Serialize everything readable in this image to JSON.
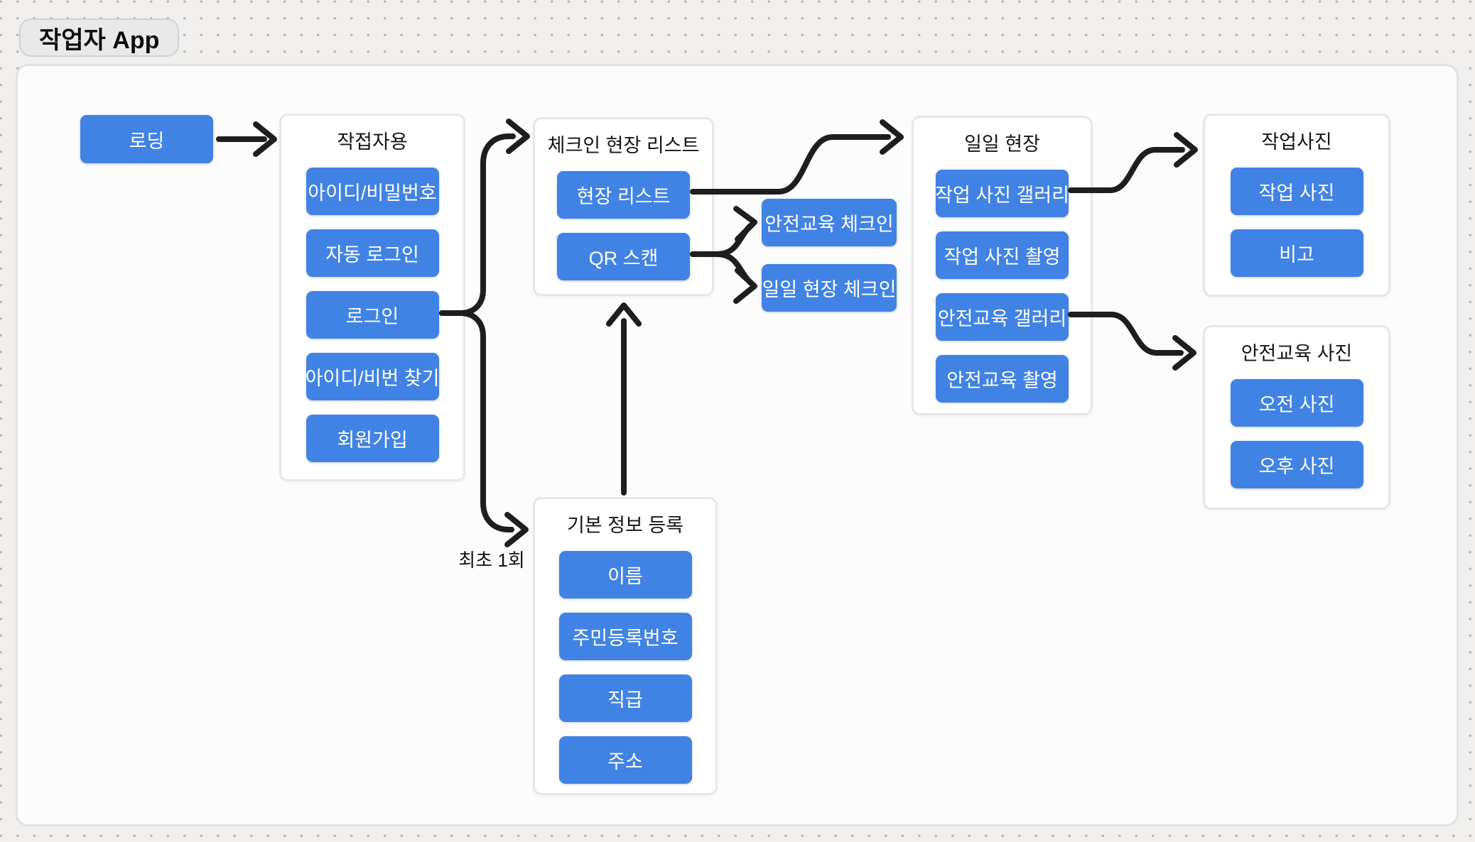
{
  "page": {
    "title": "작업자 App"
  },
  "colors": {
    "accent_blue": "#4183E4",
    "arrow": "#1E1E1E",
    "canvas_bg": "#FCFCFC",
    "outer_bg": "#F0EFEE"
  },
  "annotations": {
    "first_time": "최초 1회"
  },
  "nodes": {
    "loading": {
      "label": "로딩"
    },
    "workers": {
      "title": "작접자용",
      "items": [
        "아이디/비밀번호",
        "자동 로그인",
        "로그인",
        "아이디/비번 찾기",
        "회원가입"
      ]
    },
    "checkin": {
      "title": "체크인 현장 리스트",
      "items": [
        "현장 리스트",
        "QR 스캔"
      ]
    },
    "checkin_targets": {
      "items": [
        "안전교육 체크인",
        "일일 현장 체크인"
      ]
    },
    "daily": {
      "title": "일일 현장",
      "items": [
        "작업 사진 갤러리",
        "작업 사진 촬영",
        "안전교육 갤러리",
        "안전교육 촬영"
      ]
    },
    "work_photos": {
      "title": "작업사진",
      "items": [
        "작업 사진",
        "비고"
      ]
    },
    "safety_photos": {
      "title": "안전교육 사진",
      "items": [
        "오전 사진",
        "오후 사진"
      ]
    },
    "basic_info": {
      "title": "기본 정보 등록",
      "items": [
        "이름",
        "주민등록번호",
        "직급",
        "주소"
      ]
    }
  }
}
